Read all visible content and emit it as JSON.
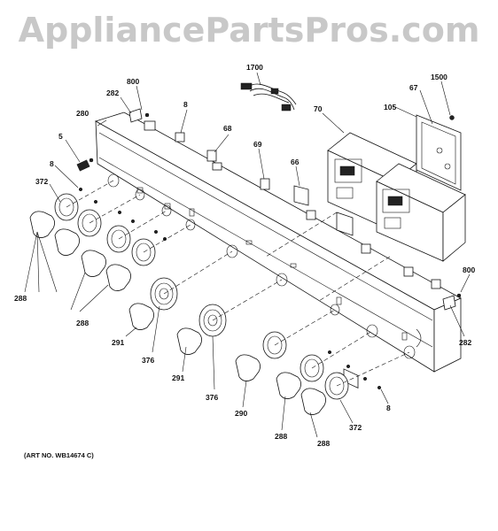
{
  "watermark": "AppliancePartsPros.com",
  "art_number": "(ART NO. WB14674 C)",
  "callouts": [
    {
      "id": "c-800a",
      "text": "800"
    },
    {
      "id": "c-282a",
      "text": "282"
    },
    {
      "id": "c-280",
      "text": "280"
    },
    {
      "id": "c-5",
      "text": "5"
    },
    {
      "id": "c-8a",
      "text": "8"
    },
    {
      "id": "c-8b",
      "text": "8"
    },
    {
      "id": "c-372a",
      "text": "372"
    },
    {
      "id": "c-288a",
      "text": "288"
    },
    {
      "id": "c-288b",
      "text": "288"
    },
    {
      "id": "c-68",
      "text": "68"
    },
    {
      "id": "c-1700",
      "text": "1700"
    },
    {
      "id": "c-70",
      "text": "70"
    },
    {
      "id": "c-67",
      "text": "67"
    },
    {
      "id": "c-1500",
      "text": "1500"
    },
    {
      "id": "c-105",
      "text": "105"
    },
    {
      "id": "c-69",
      "text": "69"
    },
    {
      "id": "c-66",
      "text": "66"
    },
    {
      "id": "c-291a",
      "text": "291"
    },
    {
      "id": "c-376a",
      "text": "376"
    },
    {
      "id": "c-291b",
      "text": "291"
    },
    {
      "id": "c-376b",
      "text": "376"
    },
    {
      "id": "c-290",
      "text": "290"
    },
    {
      "id": "c-288c",
      "text": "288"
    },
    {
      "id": "c-288d",
      "text": "288"
    },
    {
      "id": "c-372b",
      "text": "372"
    },
    {
      "id": "c-8c",
      "text": "8"
    },
    {
      "id": "c-800b",
      "text": "800"
    },
    {
      "id": "c-282b",
      "text": "282"
    }
  ]
}
